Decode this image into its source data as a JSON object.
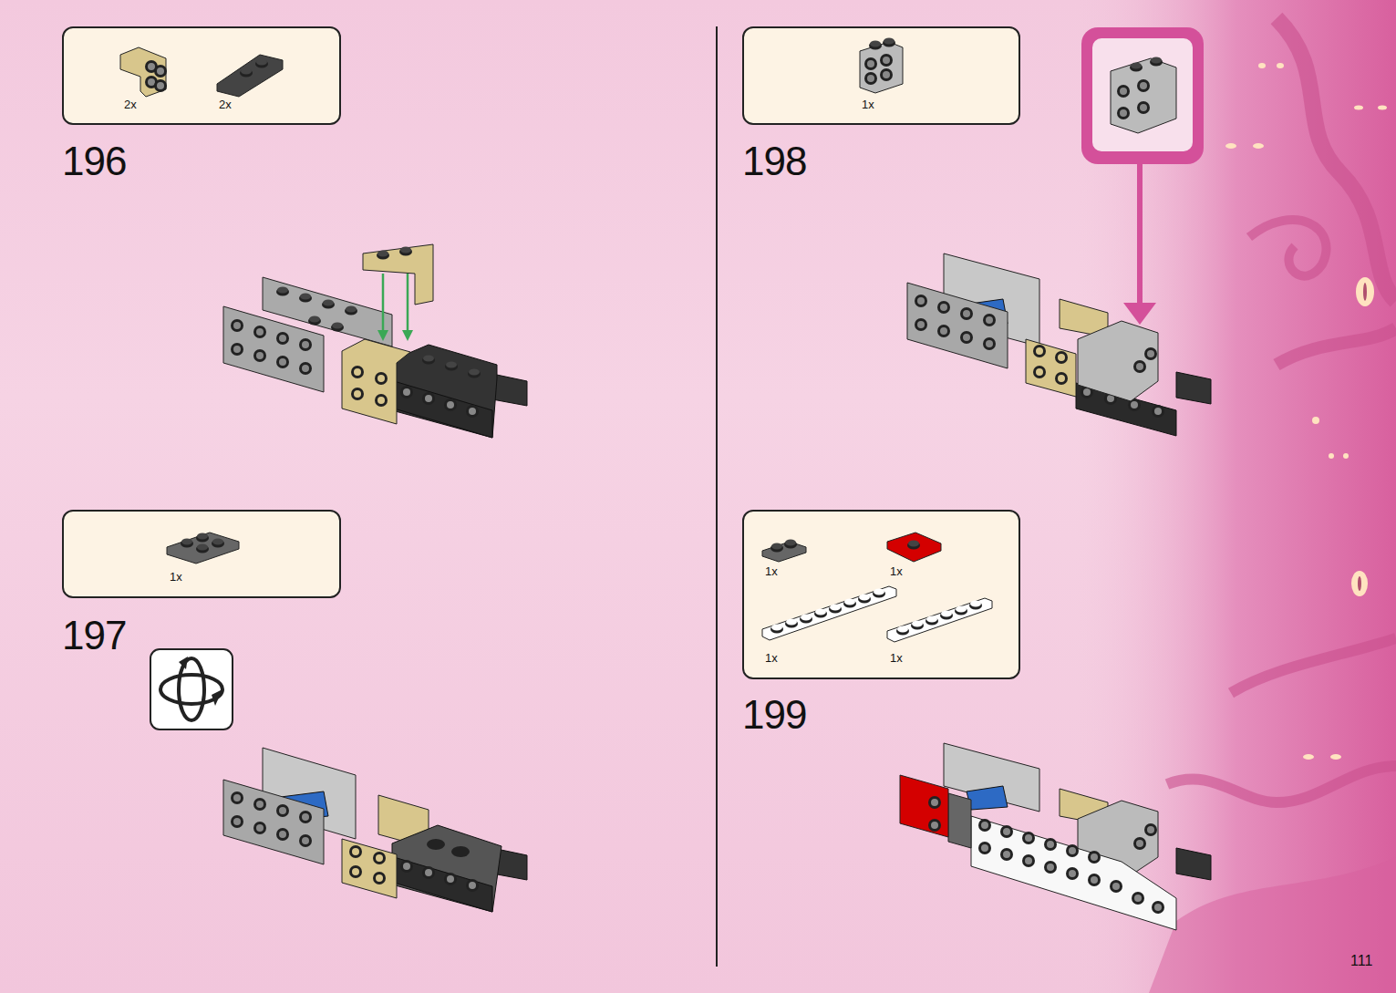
{
  "diagram": {
    "nodes": [
      {
        "text": [
          "2x",
          "2x"
        ]
      },
      {
        "text": [
          "1x"
        ]
      },
      {
        "text": [
          "1x"
        ]
      },
      {
        "text": [
          "1x",
          "1x",
          "1x",
          "1x"
        ]
      }
    ],
    "labels": [
      "196",
      "197",
      "198",
      "199",
      "111"
    ]
  }
}
